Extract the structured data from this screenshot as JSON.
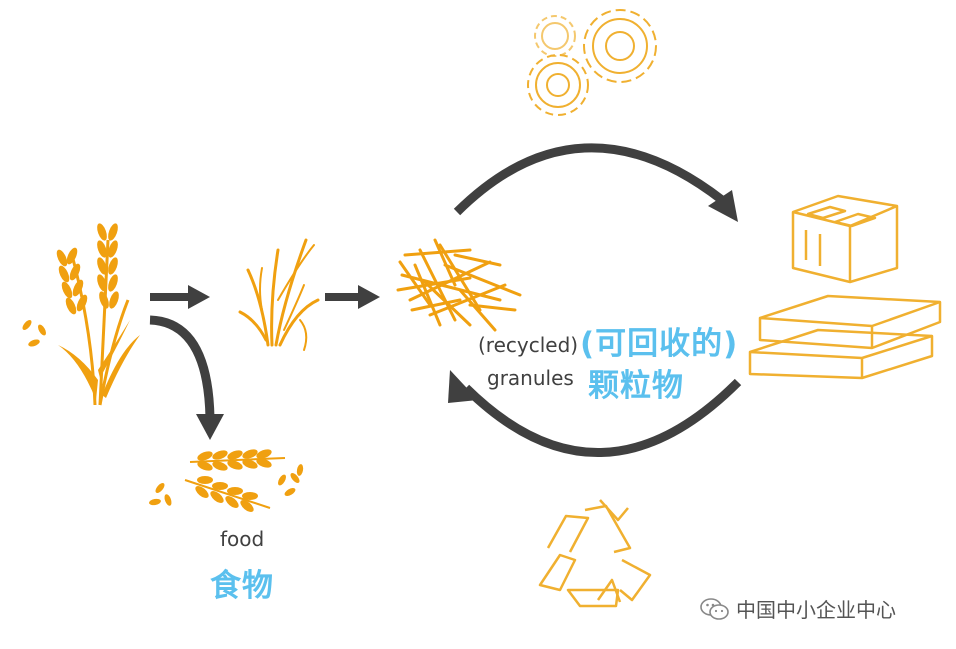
{
  "labels": {
    "recycled_en": "(recycled)",
    "granules_en": "granules",
    "recyclable_cn": "(可回收的)",
    "granules_cn": "颗粒物",
    "food_en": "food",
    "food_cn": "食物"
  },
  "watermark": {
    "text": "中国中小企业中心",
    "icon": "wechat-icon"
  },
  "colors": {
    "plant": "#f0a010",
    "arrow": "#404040",
    "cn_text": "#5bc0ee",
    "line_art": "#f0b030"
  }
}
